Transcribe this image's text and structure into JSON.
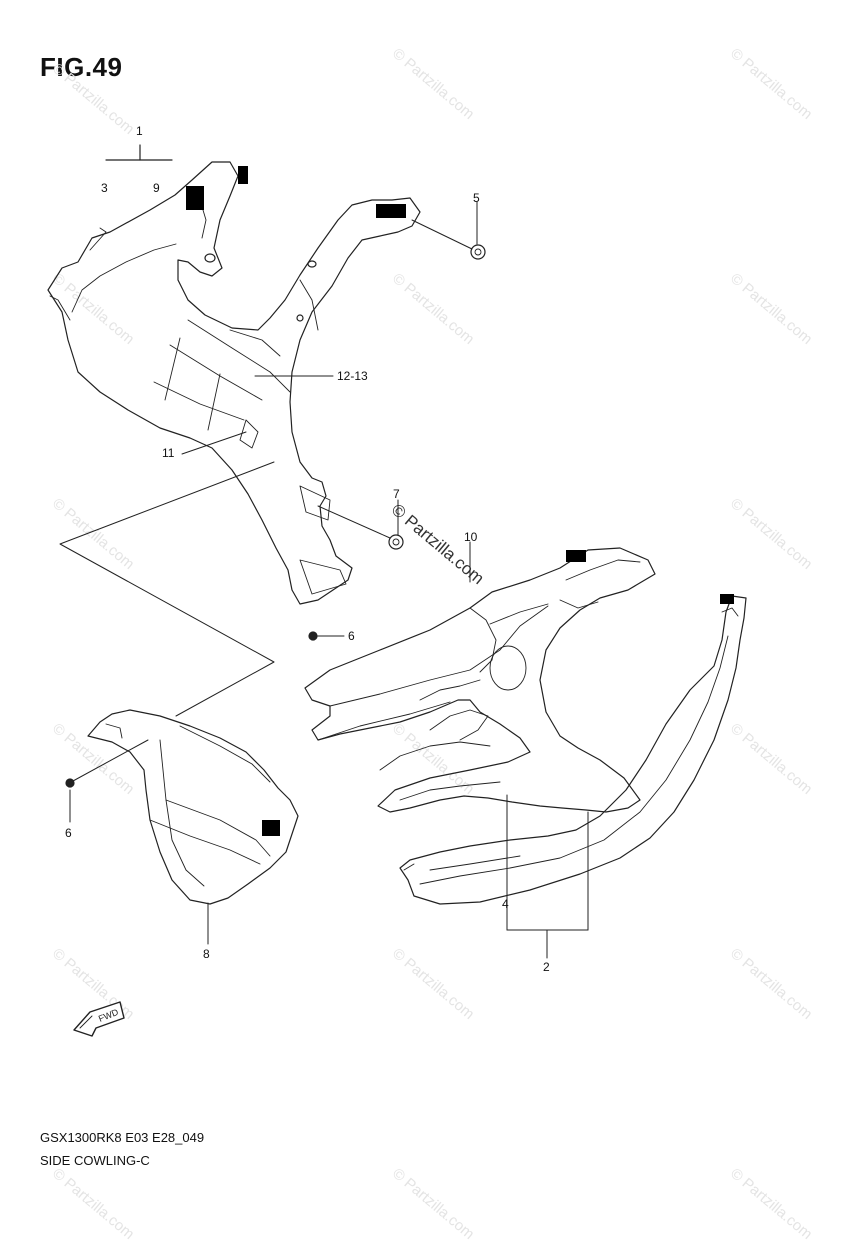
{
  "figure": {
    "title": "FIG.49"
  },
  "callouts": {
    "c1": "1",
    "c3": "3",
    "c9": "9",
    "c5": "5",
    "c12_13": "12-13",
    "c11": "11",
    "c7": "7",
    "c10": "10",
    "c6a": "6",
    "c6b": "6",
    "c8": "8",
    "c4": "4",
    "c2": "2"
  },
  "watermark": {
    "text": "© Partzilla.com"
  },
  "fwd_badge": {
    "text": "FWD"
  },
  "footer": {
    "code": "GSX1300RK8 E03 E28_049",
    "name": "SIDE COWLING-C"
  }
}
